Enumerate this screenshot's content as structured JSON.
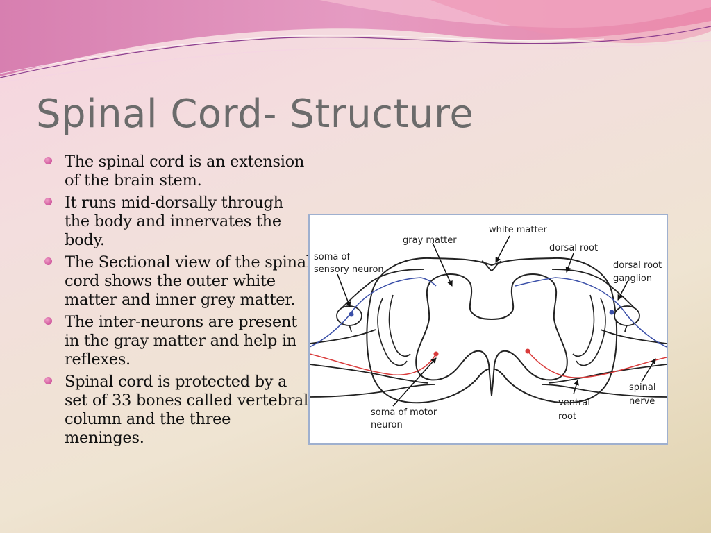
{
  "slide": {
    "title": "Spinal Cord- Structure",
    "bullets": [
      "The spinal cord is an extension of the brain stem.",
      "It runs mid-dorsally through the body and innervates the body.",
      "The Sectional view of the spinal cord shows the outer white matter and inner grey matter.",
      "The inter-neurons are present in the gray matter and help in reflexes.",
      "Spinal cord is protected by a set of 33 bones called vertebral column and the three meninges."
    ]
  },
  "figure": {
    "labels": {
      "gray_matter": "gray matter",
      "white_matter": "white matter",
      "dorsal_root": "dorsal root",
      "soma_sensory_1": "soma of",
      "soma_sensory_2": "sensory neuron",
      "drg_1": "dorsal root",
      "drg_2": "ganglion",
      "soma_motor_1": "soma of motor",
      "soma_motor_2": "neuron",
      "ventral_root_1": "ventral",
      "ventral_root_2": "root",
      "spinal_nerve_1": "spinal",
      "spinal_nerve_2": "nerve"
    }
  },
  "colors": {
    "bullet": "#c2388a",
    "title": "#6b6b6b",
    "sensory_neuron": "#3a4fa8",
    "motor_neuron": "#d93a3a",
    "figure_border": "#9fb0cf"
  }
}
